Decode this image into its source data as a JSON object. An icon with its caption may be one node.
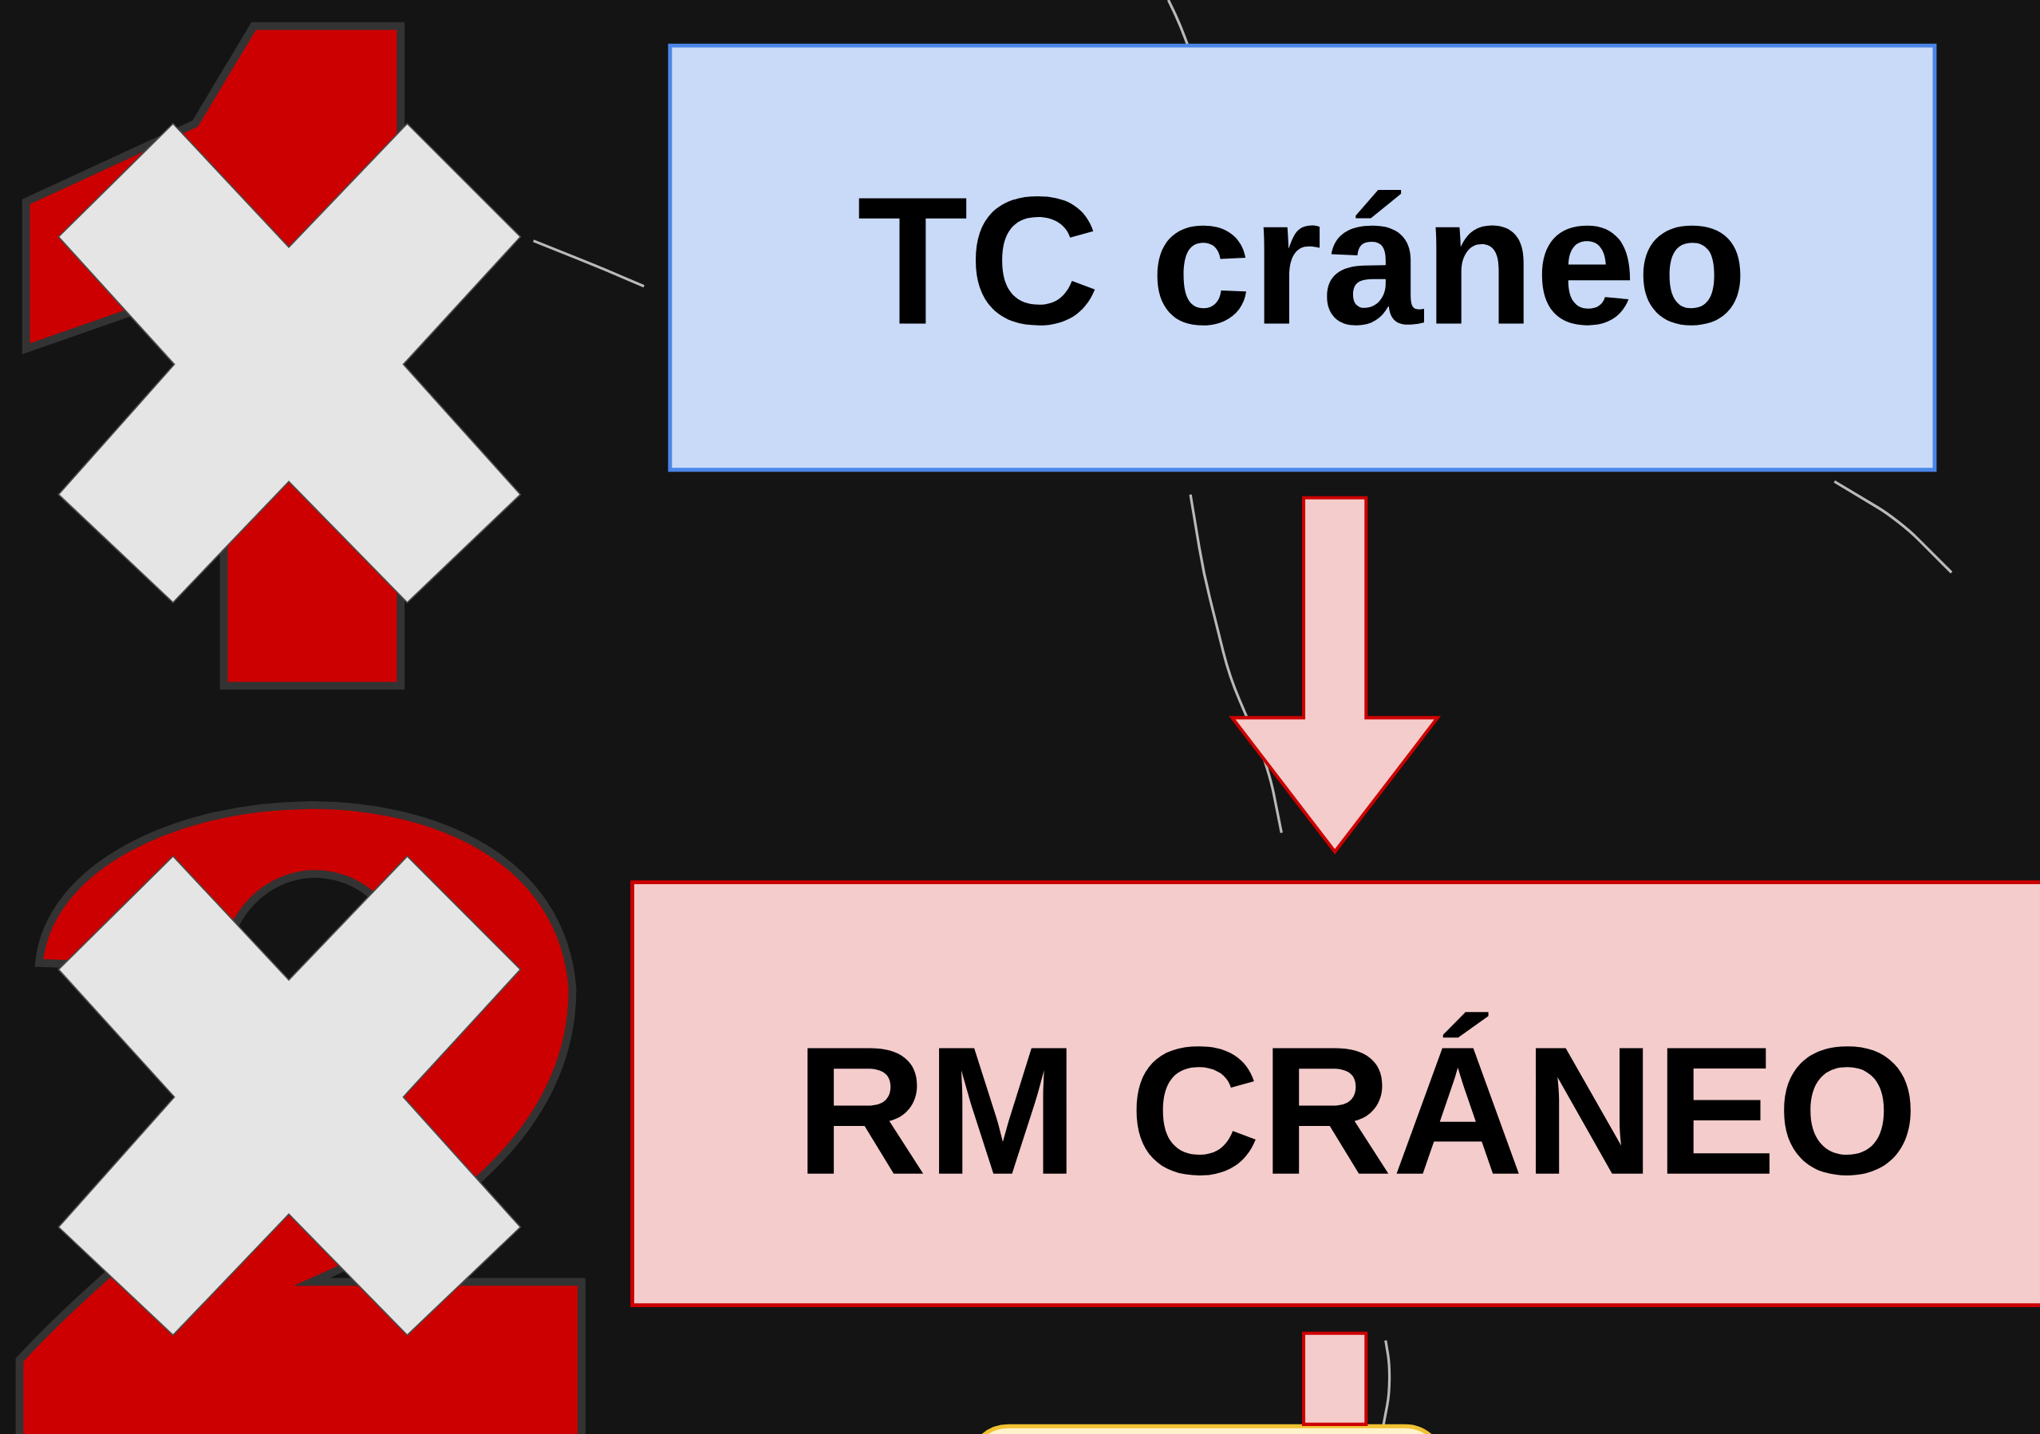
{
  "diagram": {
    "nodes": [
      {
        "text": [
          "TC cráneo"
        ]
      },
      {
        "text": [
          "RM CRÁNEO"
        ]
      },
      {
        "text": [],
        "shape": "box"
      }
    ],
    "edges": [
      {
        "from": 0,
        "to": 1,
        "arrow": "to"
      },
      {
        "from": 1,
        "to": 2,
        "arrow": "none"
      }
    ]
  }
}
